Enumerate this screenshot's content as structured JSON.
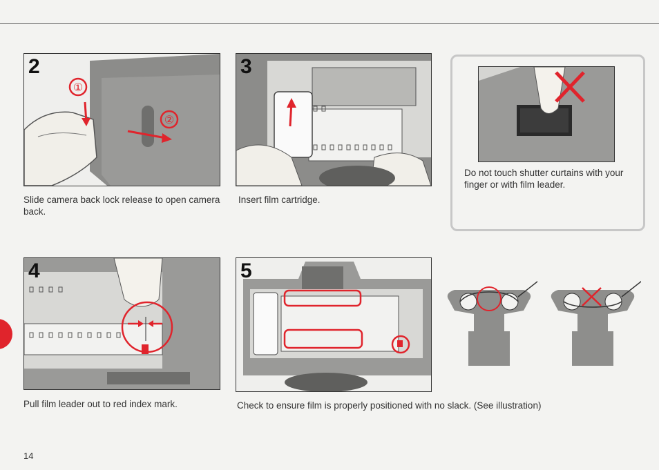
{
  "page_number": "14",
  "steps": [
    {
      "number": "2",
      "caption": "Slide camera back lock release to open camera back."
    },
    {
      "number": "3",
      "caption": "Insert film cartridge."
    },
    {
      "number": "4",
      "caption": "Pull film leader out to red index mark."
    },
    {
      "number": "5",
      "caption": "Check to ensure film is properly positioned with no slack. (See illustration)"
    }
  ],
  "warning": {
    "caption": "Do not touch shutter curtains with your finger or with film leader."
  },
  "markers": {
    "circle_one": "①",
    "circle_two": "②"
  },
  "colors": {
    "accent_red": "#e0242c",
    "camera_gray": "#8c8c8a",
    "diagram_gray": "#8e8e8c"
  }
}
